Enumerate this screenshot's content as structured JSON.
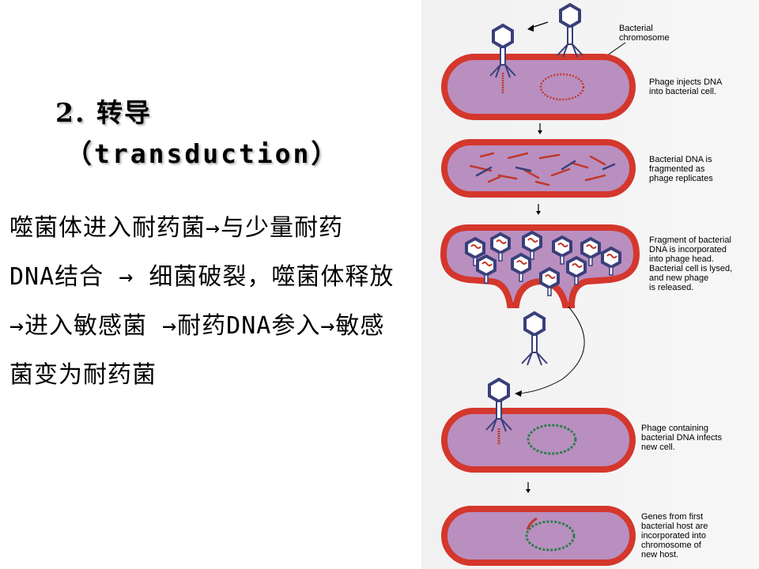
{
  "slide": {
    "title": "2. 转导",
    "subtitle": "（transduction）",
    "body": "噬菌体进入耐药菌→与少量耐药 DNA结合 → 细菌破裂，噬菌体释放 →进入敏感菌 →耐药DNA参入→敏感菌变为耐药菌"
  },
  "figure": {
    "captions": {
      "chromosome": "Bacterial\nchromosome",
      "step1": "Phage injects DNA\ninto bacterial cell.",
      "step2": "Bacterial DNA is\nfragmented as\nphage replicates",
      "step3": "Fragment of bacterial\nDNA is incorporated\ninto phage head.\nBacterial cell is lysed,\nand new phage\nis released.",
      "step4": "Phage containing\nbacterial DNA infects\nnew cell.",
      "step5": "Genes from first\nbacterial host are\nincorporated into\nchromosome of\nnew host."
    },
    "colors": {
      "cell_wall": "#d4372c",
      "cytoplasm": "#b98fc0",
      "phage": "#3a3f7a",
      "bacterial_dna": "#c0392b",
      "host_chromosome": "#2e7d4f"
    }
  }
}
